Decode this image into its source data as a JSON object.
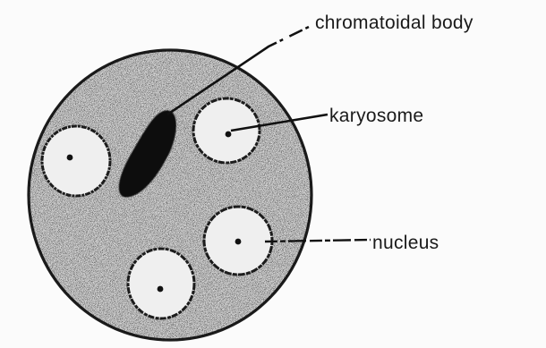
{
  "labels": {
    "chromatoidal_body": "chromatoidal body",
    "karyosome": "karyosome",
    "nucleus": "nucleus"
  },
  "colors": {
    "cyst_fill": "#d4d4d4",
    "outline": "#1c1c1c",
    "chromatoidal_fill": "#0e0e0e",
    "nucleus_fill": "#f2f2f2"
  }
}
